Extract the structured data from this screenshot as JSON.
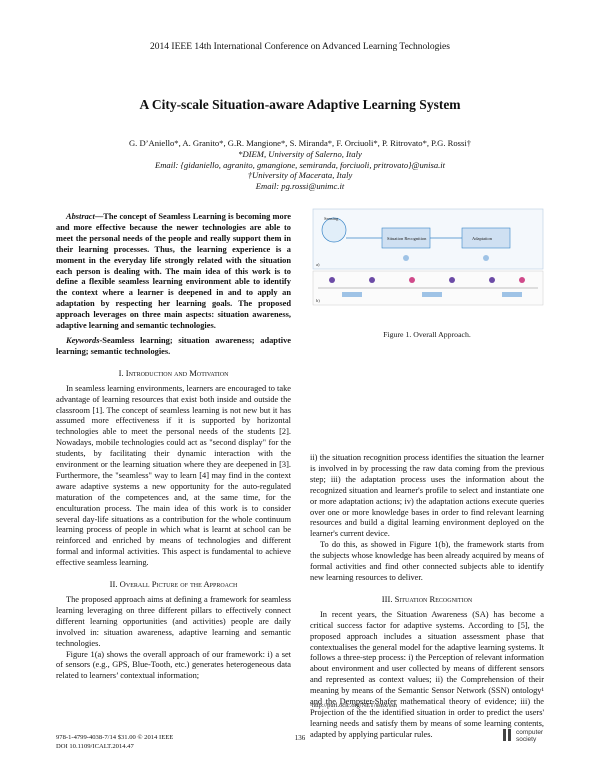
{
  "conference": "2014 IEEE 14th International Conference on Advanced Learning Technologies",
  "title": "A City-scale Situation-aware Adaptive Learning System",
  "authors": {
    "line1": "G. D’Aniello*, A. Granito*, G.R. Mangione*, S. Miranda*, F. Orciuoli*, P. Ritrovato*, P.G. Rossi†",
    "line2": "*DIEM, University of Salerno, Italy",
    "line3": "Email: {gidaniello, agranito, gmangione, semiranda, forciuoli, pritrovato}@unisa.it",
    "line4": "†University of Macerata, Italy",
    "line5": "Email: pg.rossi@unimc.it"
  },
  "abstract": {
    "label": "Abstract",
    "text": "—The concept of Seamless Learning is becoming more and more effective because the newer technologies are able to meet the personal needs of the people and really support them in their learning processes. Thus, the learning experience is a moment in the everyday life strongly related with the situation each person is dealing with. The main idea of this work is to define a flexible seamless learning environment able to identify the context where a learner is deepened in and to apply an adaptation by respecting her learning goals. The proposed approach leverages on three main aspects: situation awareness, adaptive learning and semantic technologies."
  },
  "keywords": {
    "label": "Keywords",
    "text": "-Seamless learning; situation awareness; adaptive learning; semantic technologies."
  },
  "section1": {
    "title": "I. Introduction and Motivation",
    "p1": "In seamless learning environments, learners are encouraged to take advantage of learning resources that exist both inside and outside the classroom [1]. The concept of seamless learning is not new but it has assumed more effectiveness if it is supported by horizontal technologies able to meet the personal needs of the students [2]. Nowadays, mobile technologies could act as \"second display\" for the students, by facilitating their dynamic interaction with the environment or the learning situation where they are deepened in [3]. Furthermore, the \"seamless\" way to learn [4] may find in the context aware adaptive systems a new opportunity for the auto-regulated maturation of the competences and, at the same time, for the enculturation process. The main idea of this work is to consider several day-life situations as a contribution for the whole continuum learning process of people in which what is learnt at school can be reinforced and enriched by means of technologies and different formal and informal activities. This aspect is fundamental to achieve effective seamless learning."
  },
  "section2": {
    "title": "II. Overall Picture of the Approach",
    "p1": "The proposed approach aims at defining a framework for seamless learning leveraging on three different pillars to effectively connect different learning opportunities (and activities) people are daily involved in: situation awareness, adaptive learning and semantic technologies.",
    "p2": "Figure 1(a) shows the overall approach of our framework: i) a set of sensors (e.g., GPS, Blue-Tooth, etc.) generates heterogeneous data related to learners’ contextual information;",
    "p3": "ii) the situation recognition process identifies the situation the learner is involved in by processing the raw data coming from the previous step; iii) the adaptation process uses the information about the recognized situation and learner's profile to select and instantiate one or more adaptation actions; iv) the adaptation actions execute queries over one or more knowledge bases in order to find relevant learning resources and build a digital learning environment deployed on the learner's current device.",
    "p4": "To do this, as showed in Figure 1(b), the framework starts from the subjects whose knowledge has been already acquired by means of formal activities and find other connected subjects able to identify new learning resources to deliver."
  },
  "section3": {
    "title": "III. Situation Recognition",
    "p1": "In recent years, the Situation Awareness (SA) has become a critical success factor for adaptive systems. According to [5], the proposed approach includes a situation assessment phase that contextualises the general model for the adaptive learning systems. It follows a three-step process: i) the Perception of relevant information about environment and user collected by means of different sensors and represented as context values; ii) the Comprehension of their meaning by means of the Semantic Sensor Network (SSN) ontology¹ and the Dempster-Shafer mathematical theory of evidence; iii) the Projection of the the identified situation in order to predict the users' learning needs and satisfy them by means of some learning contents, adapted by applying particular rules."
  },
  "figure": {
    "caption": "Figure 1.   Overall Approach.",
    "box1": "Situation Recognition",
    "box2": "Adaptation",
    "left_label": "Sensing",
    "step_a": "a)",
    "step_b": "b)"
  },
  "footnote": "¹http://purl.oclc.org/NET/ssnx/ssn",
  "footer": {
    "isbn": "978-1-4799-4038-7/14 $31.00 © 2014 IEEE",
    "doi": "DOI 10.1109/ICALT.2014.47",
    "page": "136",
    "logo_line1": "computer",
    "logo_line2": "society"
  },
  "colors": {
    "figure_accent": "#3a86c8",
    "figure_box": "#cfe0f2"
  }
}
